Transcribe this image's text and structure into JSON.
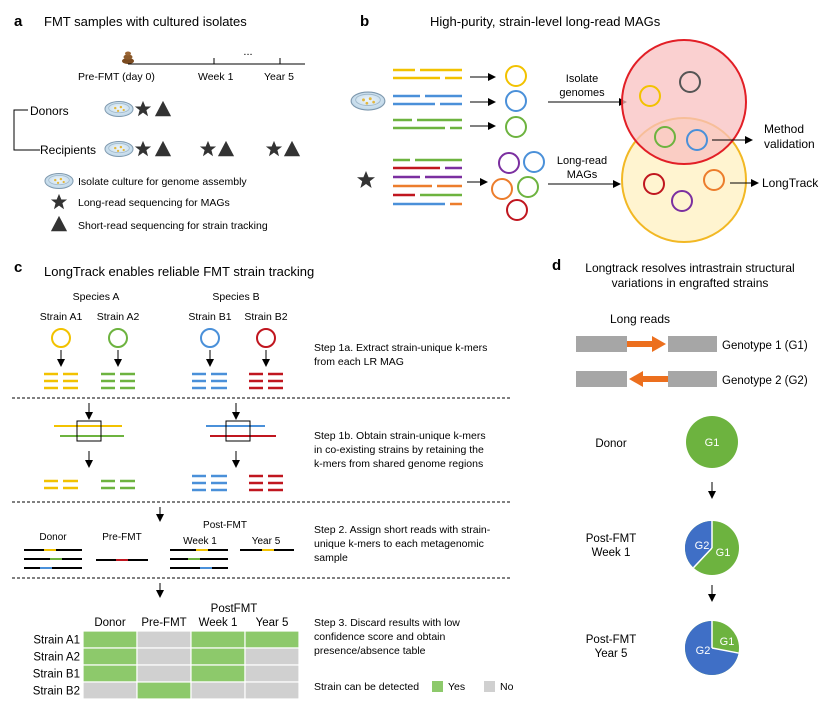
{
  "panel_a": {
    "letter": "a",
    "title": "FMT samples with cultured isolates",
    "timeline": {
      "pre": "Pre-FMT (day 0)",
      "week1": "Week 1",
      "dots": "...",
      "year5": "Year 5"
    },
    "donors": "Donors",
    "recipients": "Recipients",
    "legend": {
      "culture": "Isolate culture for genome assembly",
      "longread": "Long-read sequencing for MAGs",
      "shortread": "Short-read sequencing for strain tracking"
    }
  },
  "panel_b": {
    "letter": "b",
    "title": "High-purity, strain-level long-read MAGs",
    "isolate_label": [
      "Isolate",
      "genomes"
    ],
    "longread_label": [
      "Long-read",
      "MAGs"
    ],
    "method_label": [
      "Method",
      "validation"
    ],
    "longtrack_label": "LongTrack"
  },
  "panel_c": {
    "letter": "c",
    "title": "LongTrack enables reliable FMT strain tracking",
    "species_a": "Species A",
    "species_b": "Species B",
    "strains": [
      "Strain A1",
      "Strain A2",
      "Strain B1",
      "Strain B2"
    ],
    "step1a": [
      "Step 1a. Extract strain-unique k-mers",
      "from each LR MAG"
    ],
    "step1b": [
      "Step 1b. Obtain strain-unique k-mers",
      "in co-existing strains by retaining the",
      "k-mers from shared genome regions"
    ],
    "step2": [
      "Step 2. Assign short reads with strain-",
      "unique k-mers to each metagenomic",
      "sample"
    ],
    "step3": [
      "Step 3. Discard results with low",
      "confidence score and obtain",
      "presence/absence table"
    ],
    "samples": {
      "donor": "Donor",
      "pre": "Pre-FMT",
      "post": "Post-FMT",
      "week1": "Week 1",
      "year5": "Year 5"
    },
    "table": {
      "header_group": "PostFMT",
      "columns": [
        "Donor",
        "Pre-FMT",
        "Week 1",
        "Year 5"
      ],
      "rows": [
        {
          "label": "Strain A1",
          "detected": [
            true,
            false,
            true,
            true
          ]
        },
        {
          "label": "Strain A2",
          "detected": [
            true,
            false,
            true,
            false
          ]
        },
        {
          "label": "Strain B1",
          "detected": [
            true,
            false,
            true,
            false
          ]
        },
        {
          "label": "Strain B2",
          "detected": [
            false,
            true,
            false,
            false
          ]
        }
      ]
    },
    "legend": {
      "prefix": "Strain can be detected",
      "yes": "Yes",
      "no": "No"
    }
  },
  "panel_d": {
    "letter": "d",
    "title": [
      "Longtrack resolves intrastrain structural",
      "variations in engrafted strains"
    ],
    "long_reads": "Long reads",
    "genotype1": "Genotype 1 (G1)",
    "genotype2": "Genotype 2 (G2)",
    "donor": "Donor",
    "week1": [
      "Post-FMT",
      "Week 1"
    ],
    "year5": [
      "Post-FMT",
      "Year 5"
    ],
    "g1": "G1",
    "g2": "G2",
    "pie_week1_g2_fraction": 0.38,
    "pie_year5_g2_fraction": 0.72
  },
  "colors": {
    "yellow": "#f2c200",
    "green": "#6db33f",
    "blue": "#4a90d9",
    "red": "#c0161f",
    "purple": "#7b2fa0",
    "orange": "#ec7d2c",
    "grey_cell": "#d0d0d0",
    "green_cell": "#8dc96b",
    "g1_green": "#6db33f",
    "g2_blue": "#3f6fc6",
    "read_grey": "#a6a6a6",
    "arrow_orange": "#ec6f1e"
  }
}
